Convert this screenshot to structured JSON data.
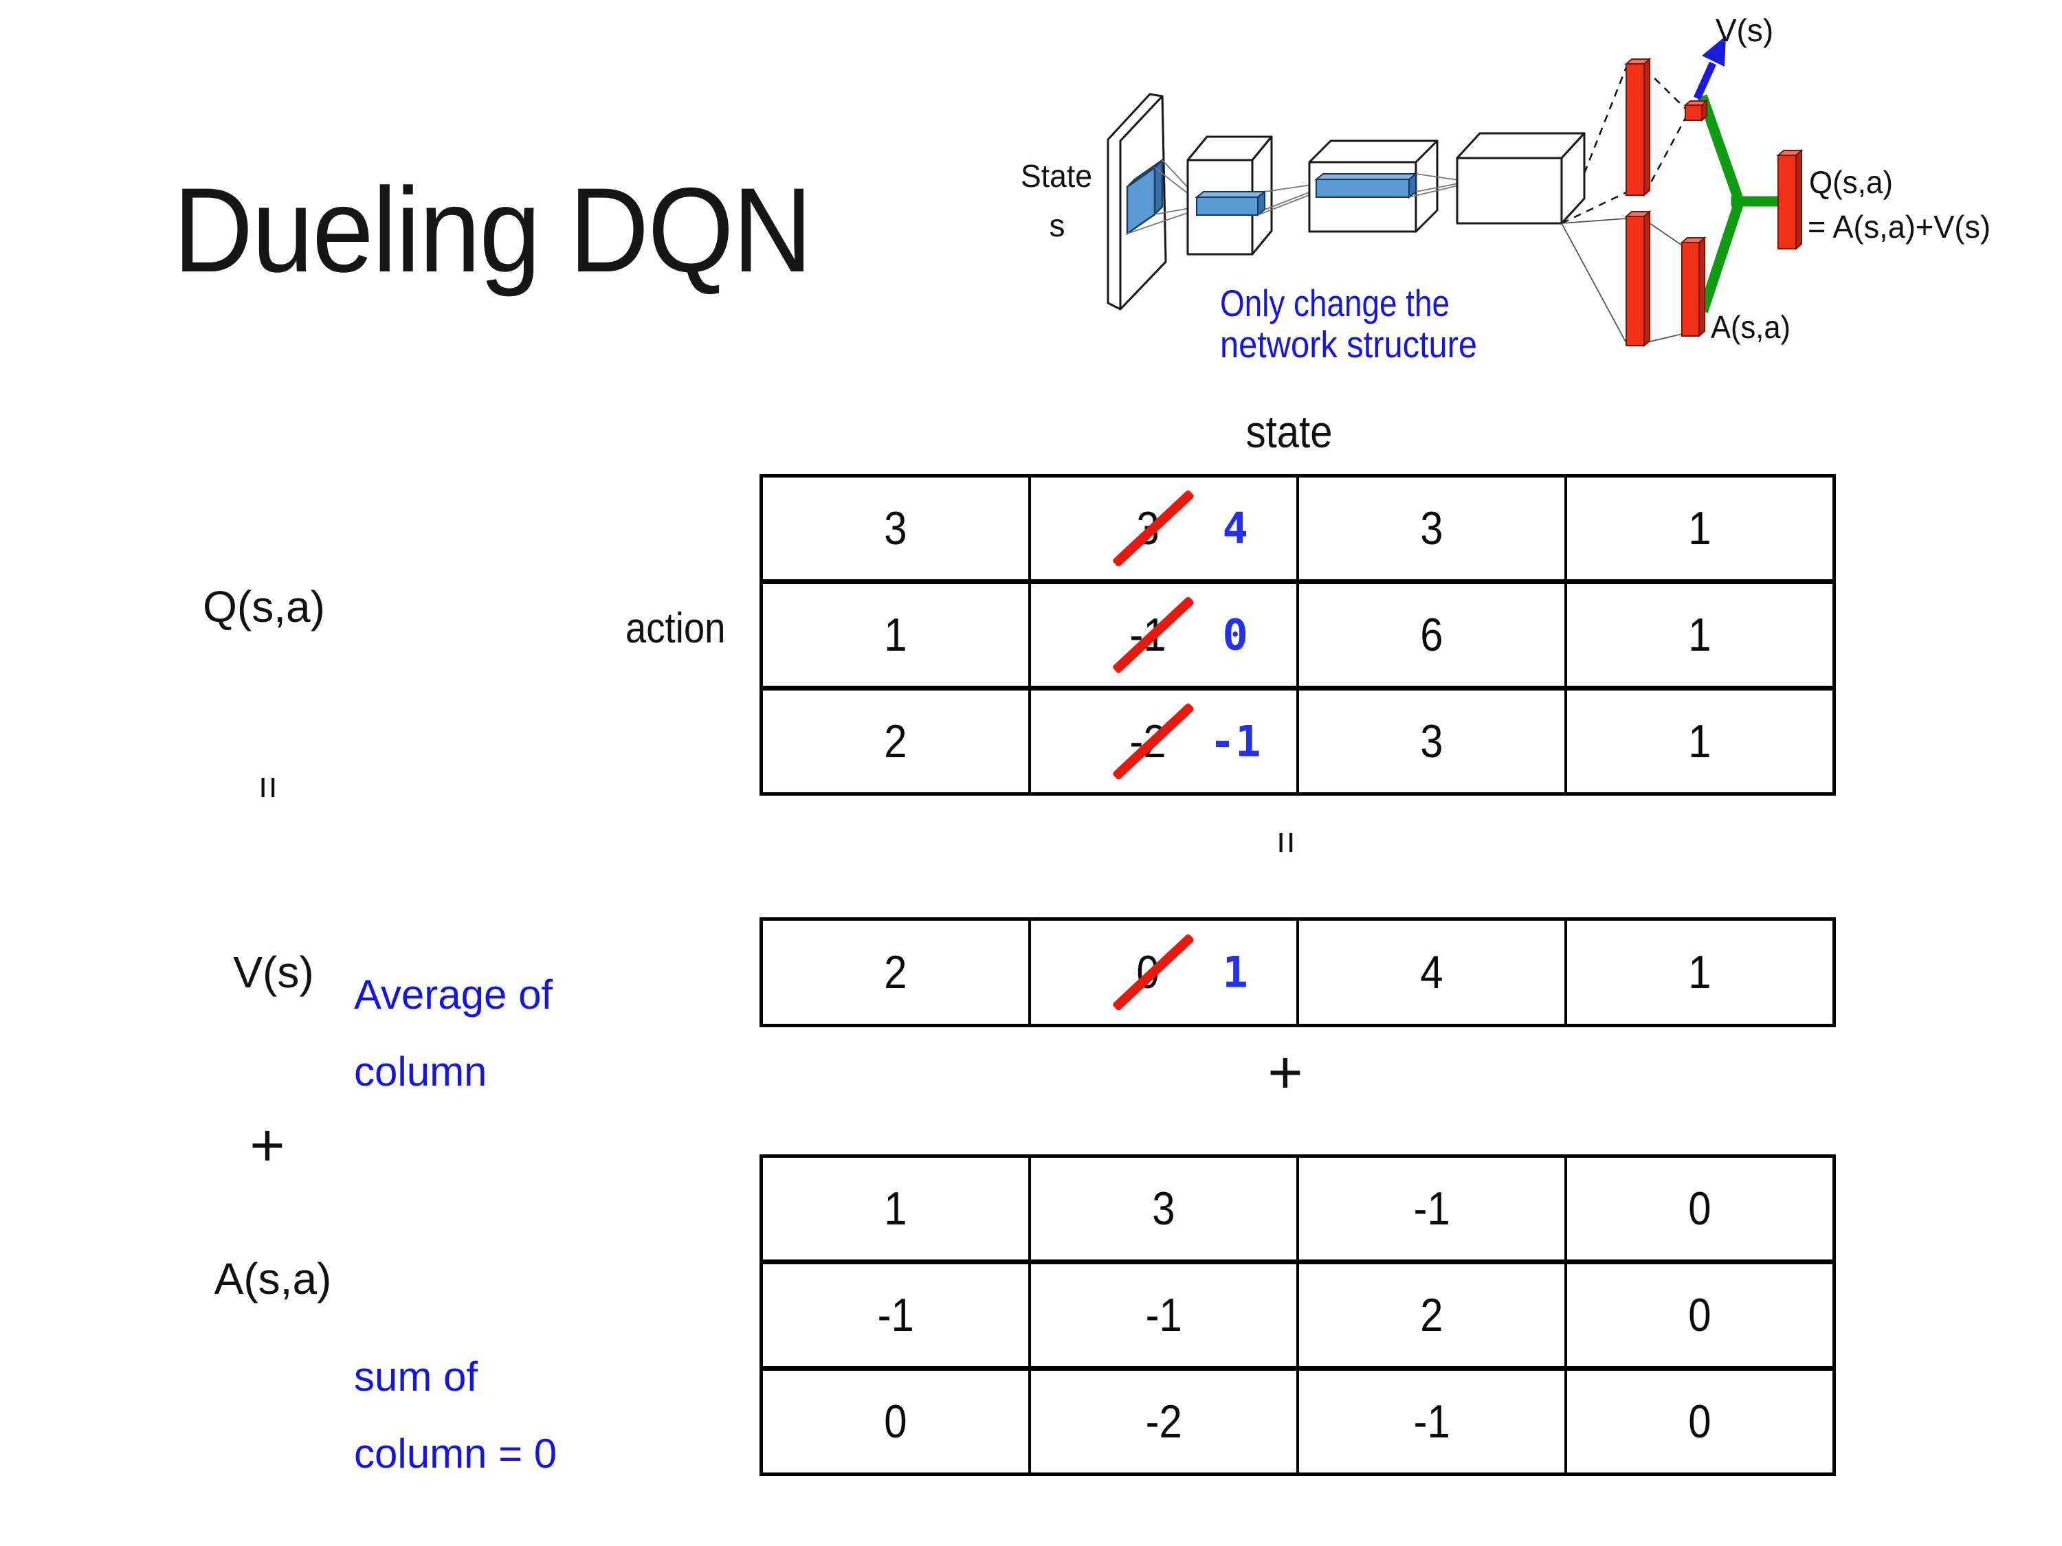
{
  "slide": {
    "title": "Dueling DQN",
    "background": "#ffffff"
  },
  "diagram": {
    "state_label": {
      "line1": "State",
      "line2": "s"
    },
    "note": {
      "line1": "Only change the",
      "line2": "network structure"
    },
    "v_out_label": "V(s)",
    "a_out_label": "A(s,a)",
    "q_out_label": {
      "line1": "Q(s,a)",
      "line2": "= A(s,a)+V(s)"
    },
    "colors": {
      "bar_red": "#ee3117",
      "bar_red_dark": "#b5240c",
      "bar_red_light": "#f4705c",
      "link_green": "#0e9c10",
      "arrow_blue": "#1b1bde",
      "note_blue": "#1414e6",
      "filter_blue": "#5b9bd5",
      "filter_blue_light": "#8ab4e0",
      "filter_blue_dark": "#3a6ea8"
    }
  },
  "equation": {
    "q_label": "Q(s,a)",
    "equals": "=",
    "v_label": "V(s)",
    "plus": "+",
    "a_label": "A(s,a)",
    "middle_equals": "=",
    "middle_plus": "+",
    "average_note": {
      "line1": "Average of",
      "line2": "column"
    },
    "sum_note": {
      "line1": "sum of",
      "line2": "column = 0"
    }
  },
  "q_table": {
    "header": "state",
    "row_header": "action",
    "rows": [
      {
        "cells": [
          {
            "value": "3"
          },
          {
            "old": "3",
            "new": "4",
            "crossed": true
          },
          {
            "value": "3"
          },
          {
            "value": "1"
          }
        ]
      },
      {
        "cells": [
          {
            "value": "1"
          },
          {
            "old": "-1",
            "new": "0",
            "crossed": true
          },
          {
            "value": "6"
          },
          {
            "value": "1"
          }
        ]
      },
      {
        "cells": [
          {
            "value": "2"
          },
          {
            "old": "-2",
            "new": "-1",
            "crossed": true
          },
          {
            "value": "3"
          },
          {
            "value": "1"
          }
        ]
      }
    ]
  },
  "v_table": {
    "rows": [
      {
        "cells": [
          {
            "value": "2"
          },
          {
            "old": "0",
            "new": "1",
            "crossed": true
          },
          {
            "value": "4"
          },
          {
            "value": "1"
          }
        ]
      }
    ]
  },
  "a_table": {
    "rows": [
      {
        "cells": [
          {
            "value": "1"
          },
          {
            "value": "3"
          },
          {
            "value": "-1"
          },
          {
            "value": "0"
          }
        ]
      },
      {
        "cells": [
          {
            "value": "-1"
          },
          {
            "value": "-1"
          },
          {
            "value": "2"
          },
          {
            "value": "0"
          }
        ]
      },
      {
        "cells": [
          {
            "value": "0"
          },
          {
            "value": "-2"
          },
          {
            "value": "-1"
          },
          {
            "value": "0"
          }
        ]
      }
    ]
  }
}
